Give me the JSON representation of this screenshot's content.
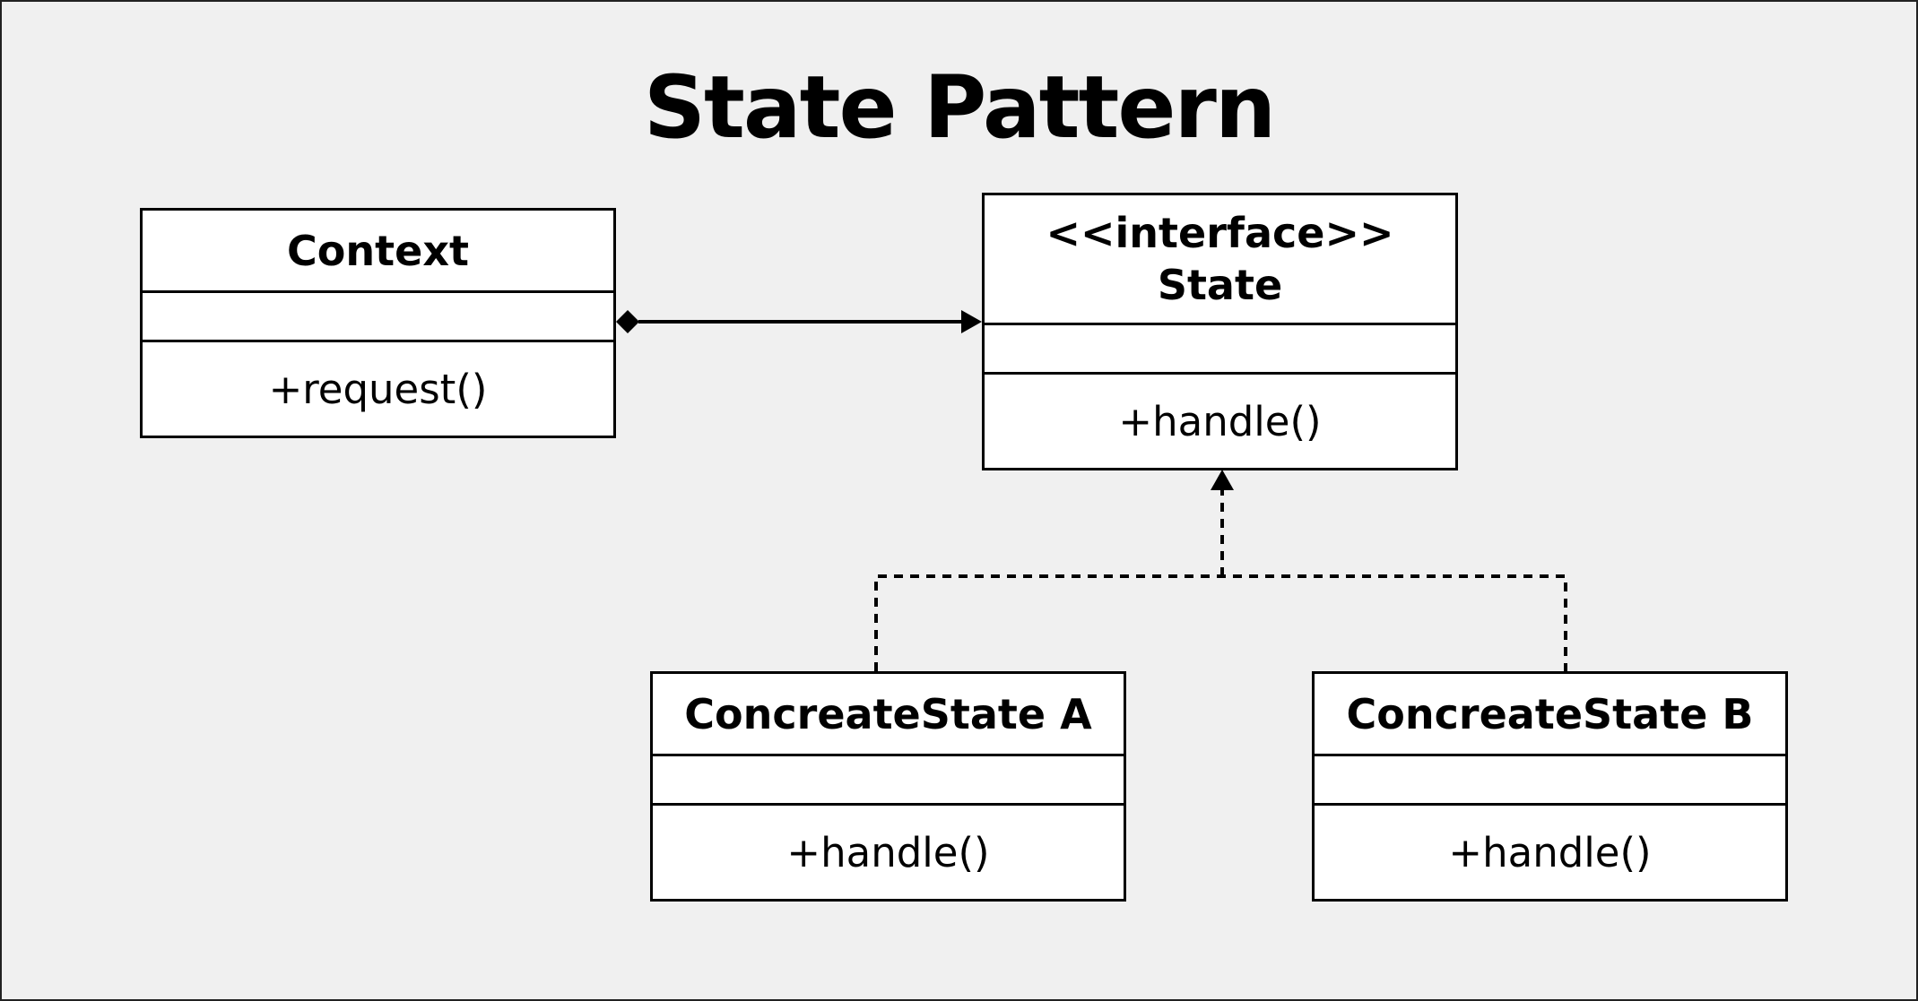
{
  "title": "State Pattern",
  "classes": {
    "context": {
      "name": "Context",
      "operation": "+request()"
    },
    "state": {
      "stereotype": "<<interface>>",
      "name": "State",
      "operation": "+handle()"
    },
    "concrete_a": {
      "name": "ConcreateState A",
      "operation": "+handle()"
    },
    "concrete_b": {
      "name": "ConcreateState B",
      "operation": "+handle()"
    }
  },
  "relationships": [
    {
      "from": "Context",
      "to": "State",
      "type": "composition"
    },
    {
      "from": "ConcreateState A",
      "to": "State",
      "type": "realization"
    },
    {
      "from": "ConcreateState B",
      "to": "State",
      "type": "realization"
    }
  ]
}
